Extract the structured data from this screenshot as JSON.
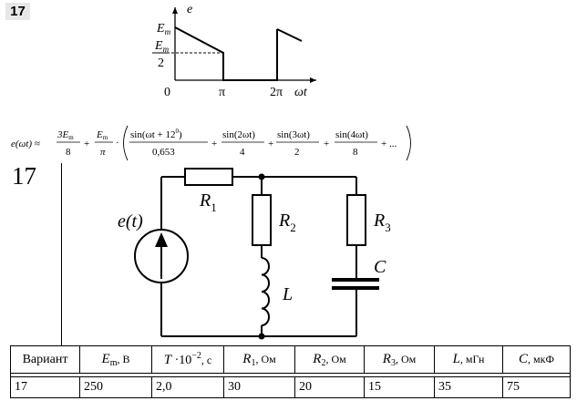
{
  "problem_number": "17",
  "graph": {
    "y_axis_label": "e",
    "x_axis_label": "ωt",
    "y_ticks": {
      "Em": "E",
      "Em_sub": "m",
      "half_num": "E",
      "half_sub": "m",
      "half_den": "2"
    },
    "x_ticks": [
      "0",
      "π",
      "2π"
    ]
  },
  "formula": {
    "lhs": "e(ωt) ≈",
    "t1_num": "3E",
    "t1_num_sub": "m",
    "t1_den": "8",
    "t2_num": "E",
    "t2_num_sub": "m",
    "t2_den": "π",
    "f1_num": "sin(ωt + 12",
    "f1_sup": "0",
    "f1_close": ")",
    "f1_den": "0,653",
    "f2_num": "sin(2ωt)",
    "f2_den": "4",
    "f3_num": "sin(3ωt)",
    "f3_den": "2",
    "f4_num": "sin(4ωt)",
    "f4_den": "8",
    "tail": "+ ...",
    "plus": "+",
    "dot": "·"
  },
  "circuit": {
    "source_label": "e(t)",
    "R1": "R",
    "R1_sub": "1",
    "R2": "R",
    "R2_sub": "2",
    "R3": "R",
    "R3_sub": "3",
    "L": "L",
    "C": "C"
  },
  "table": {
    "headers": [
      {
        "sym": "Вариант",
        "sub": "",
        "sup": "",
        "tail": "",
        "unit": ""
      },
      {
        "sym": "E",
        "sub": "m",
        "sup": "",
        "tail": "",
        "unit": ", В"
      },
      {
        "sym": "T",
        "sub": "",
        "sup": "−2",
        "tail": " ·10",
        "unit": ", с"
      },
      {
        "sym": "R",
        "sub": "1",
        "sup": "",
        "tail": "",
        "unit": ", Ом"
      },
      {
        "sym": "R",
        "sub": "2",
        "sup": "",
        "tail": "",
        "unit": ", Ом"
      },
      {
        "sym": "R",
        "sub": "3",
        "sup": "",
        "tail": "",
        "unit": ", Ом"
      },
      {
        "sym": "L",
        "sub": "",
        "sup": "",
        "tail": "",
        "unit": ", мГн"
      },
      {
        "sym": "C",
        "sub": "",
        "sup": "",
        "tail": "",
        "unit": ", мкФ"
      }
    ],
    "row": [
      "17",
      "250",
      "2,0",
      "30",
      "20",
      "15",
      "35",
      "75"
    ]
  }
}
